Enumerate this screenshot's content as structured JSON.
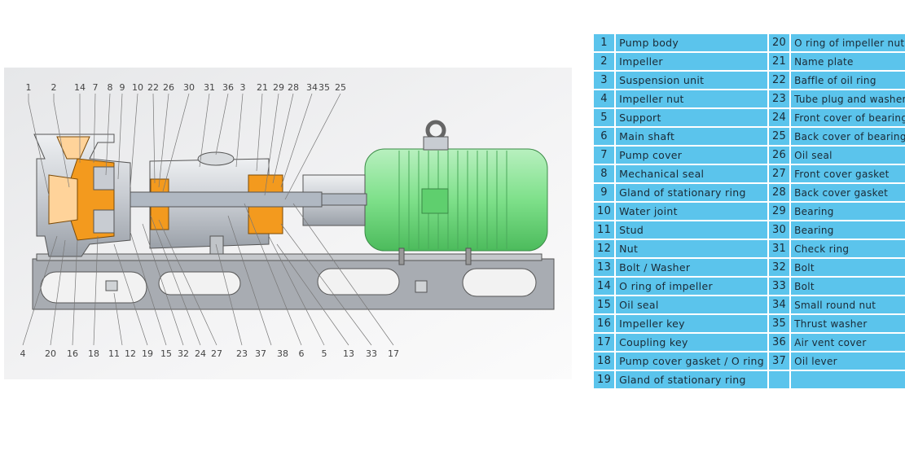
{
  "diagram": {
    "top_labels": [
      "1",
      "2",
      "14",
      "7",
      "8",
      "9",
      "10",
      "22",
      "26",
      "30",
      "31",
      "36",
      "3",
      "21",
      "29",
      "28",
      "34",
      "35",
      "25"
    ],
    "bottom_labels": [
      "4",
      "20",
      "16",
      "18",
      "11",
      "12",
      "19",
      "15",
      "32",
      "24",
      "27",
      "23",
      "37",
      "38",
      "6",
      "5",
      "13",
      "33",
      "17"
    ],
    "colors": {
      "motor": "#7ee08a",
      "casing": "#c8ccd2",
      "orange": "#f39a1e",
      "shaft": "#b0b8c2",
      "base": "#a8acb2"
    }
  },
  "parts": [
    {
      "no": "1",
      "name": "Pump body"
    },
    {
      "no": "2",
      "name": "Impeller"
    },
    {
      "no": "3",
      "name": "Suspension unit"
    },
    {
      "no": "4",
      "name": "Impeller nut"
    },
    {
      "no": "5",
      "name": "Support"
    },
    {
      "no": "6",
      "name": "Main shaft"
    },
    {
      "no": "7",
      "name": "Pump cover"
    },
    {
      "no": "8",
      "name": "Mechanical seal"
    },
    {
      "no": "9",
      "name": "Gland of stationary ring"
    },
    {
      "no": "10",
      "name": "Water joint"
    },
    {
      "no": "11",
      "name": "Stud"
    },
    {
      "no": "12",
      "name": "Nut"
    },
    {
      "no": "13",
      "name": "Bolt / Washer"
    },
    {
      "no": "14",
      "name": "O ring of impeller"
    },
    {
      "no": "15",
      "name": "Oil seal"
    },
    {
      "no": "16",
      "name": "Impeller key"
    },
    {
      "no": "17",
      "name": "Coupling key"
    },
    {
      "no": "18",
      "name": "Pump cover gasket / O ring"
    },
    {
      "no": "19",
      "name": "Gland of stationary ring"
    },
    {
      "no": "20",
      "name": "O ring of impeller nut"
    },
    {
      "no": "21",
      "name": "Name plate"
    },
    {
      "no": "22",
      "name": "Baffle of oil ring"
    },
    {
      "no": "23",
      "name": "Tube plug and washer"
    },
    {
      "no": "24",
      "name": "Front cover of bearing"
    },
    {
      "no": "25",
      "name": "Back cover of bearing"
    },
    {
      "no": "26",
      "name": "Oil seal"
    },
    {
      "no": "27",
      "name": "Front cover gasket"
    },
    {
      "no": "28",
      "name": "Back cover gasket"
    },
    {
      "no": "29",
      "name": "Bearing"
    },
    {
      "no": "30",
      "name": "Bearing"
    },
    {
      "no": "31",
      "name": "Check ring"
    },
    {
      "no": "32",
      "name": "Bolt"
    },
    {
      "no": "33",
      "name": "Bolt"
    },
    {
      "no": "34",
      "name": "Small round nut"
    },
    {
      "no": "35",
      "name": "Thrust washer"
    },
    {
      "no": "36",
      "name": "Air vent cover"
    },
    {
      "no": "37",
      "name": "Oil lever"
    }
  ]
}
